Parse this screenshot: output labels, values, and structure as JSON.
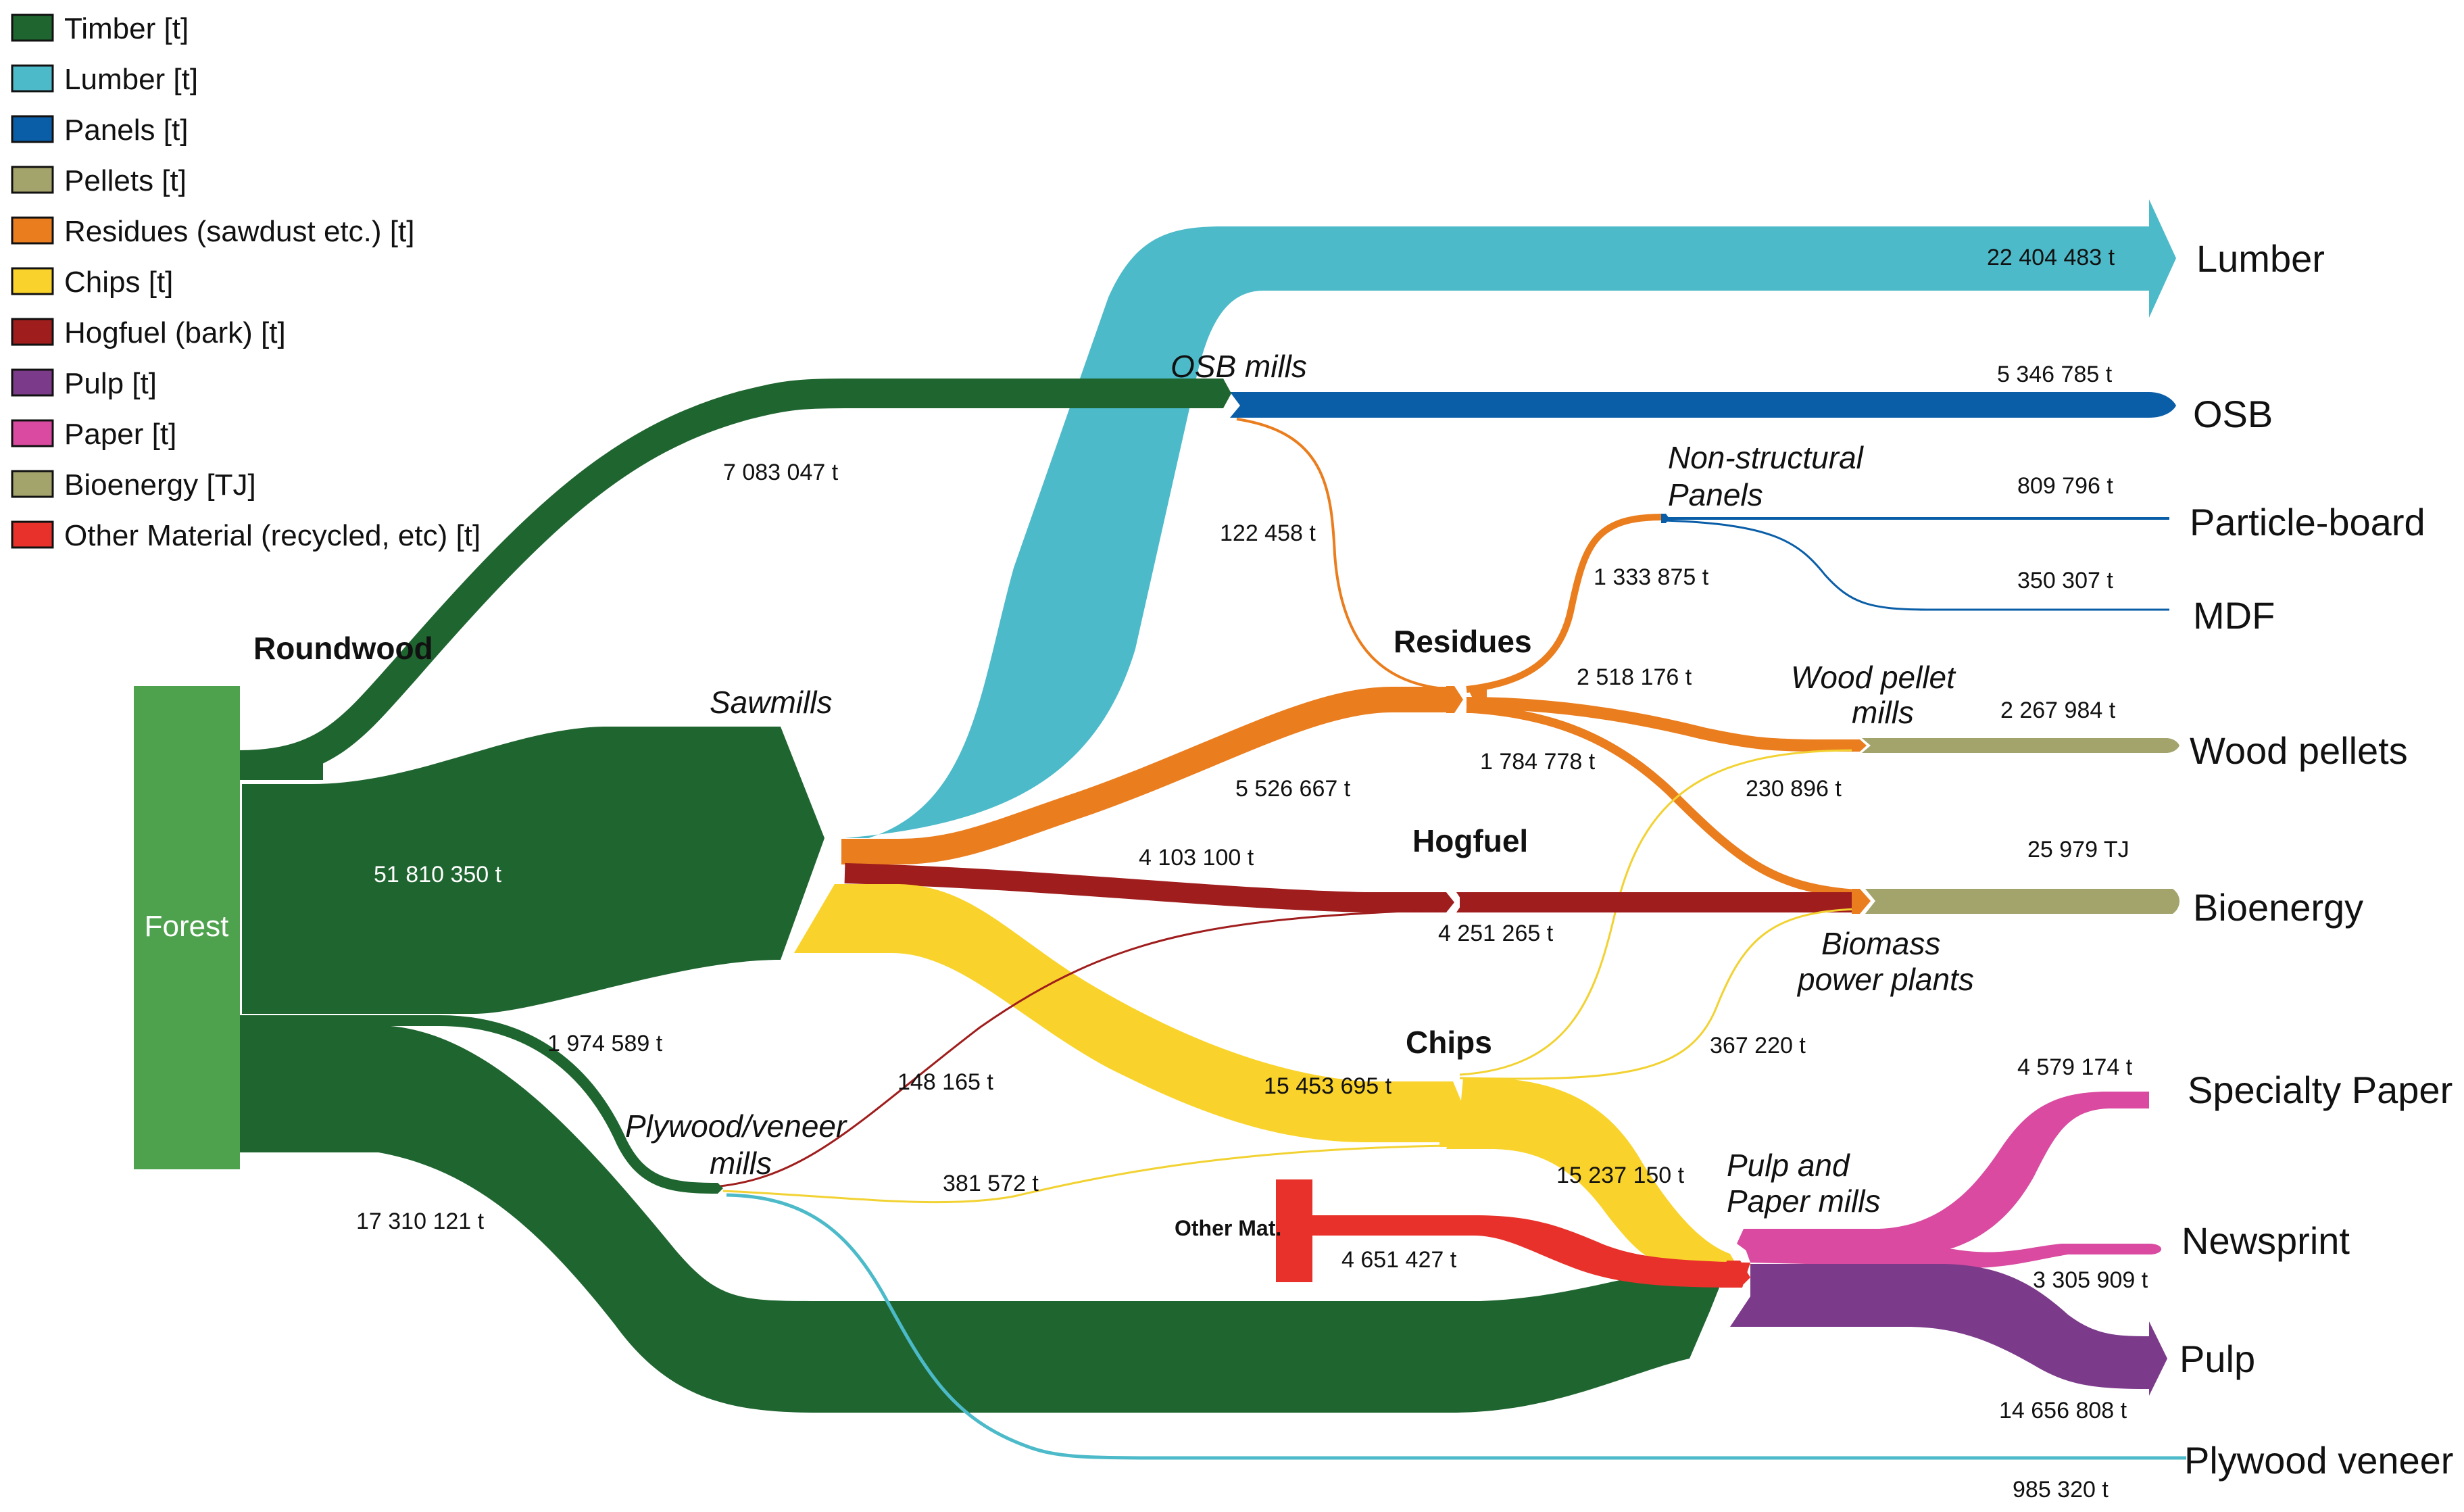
{
  "legend": [
    {
      "label": "Timber [t]",
      "color": "#1f6530"
    },
    {
      "label": "Lumber [t]",
      "color": "#4cbac9"
    },
    {
      "label": "Panels [t]",
      "color": "#0a5ea8"
    },
    {
      "label": "Pellets [t]",
      "color": "#a3a36c"
    },
    {
      "label": "Residues (sawdust etc.) [t]",
      "color": "#ea7d1e"
    },
    {
      "label": "Chips [t]",
      "color": "#f9d32b"
    },
    {
      "label": "Hogfuel (bark) [t]",
      "color": "#a01d1d"
    },
    {
      "label": "Pulp [t]",
      "color": "#7c3a8a"
    },
    {
      "label": "Paper [t]",
      "color": "#d94aa0"
    },
    {
      "label": "Bioenergy [TJ]",
      "color": "#a3a36c"
    },
    {
      "label": "Other Material (recycled, etc) [t]",
      "color": "#e8312a"
    }
  ],
  "nodes": {
    "forest": "Forest",
    "roundwood": "Roundwood",
    "sawmills": "Sawmills",
    "osb_mills": "OSB mills",
    "residues": "Residues",
    "hogfuel": "Hogfuel",
    "chips": "Chips",
    "plywood_mills_1": "Plywood/veneer",
    "plywood_mills_2": "mills",
    "nonstructural_1": "Non-structural",
    "nonstructural_2": "Panels",
    "wood_pellet_mills_1": "Wood pellet",
    "wood_pellet_mills_2": "mills",
    "biomass_1": "Biomass",
    "biomass_2": "power plants",
    "pulp_mills_1": "Pulp and",
    "pulp_mills_2": "Paper mills",
    "other_mat": "Other Mat."
  },
  "products": {
    "lumber": "Lumber",
    "osb": "OSB",
    "particleboard": "Particle-board",
    "mdf": "MDF",
    "wood_pellets": "Wood pellets",
    "bioenergy": "Bioenergy",
    "specialty_paper": "Specialty Paper",
    "newsprint": "Newsprint",
    "pulp": "Pulp",
    "plywood_veneer": "Plywood veneer"
  },
  "chart_data": {
    "type": "sankey",
    "flows": [
      {
        "source": "Forest",
        "target": "OSB mills",
        "value": "7 083 047 t",
        "category": "Timber [t]"
      },
      {
        "source": "Forest",
        "target": "Sawmills",
        "value": "51 810 350 t",
        "category": "Timber [t]"
      },
      {
        "source": "Forest",
        "target": "Plywood/veneer mills",
        "value": "1 974 589 t",
        "category": "Timber [t]"
      },
      {
        "source": "Forest",
        "target": "Pulp and Paper mills",
        "value": "17 310 121 t",
        "category": "Timber [t]"
      },
      {
        "source": "Sawmills",
        "target": "Lumber",
        "value": "22 404 483 t",
        "category": "Lumber [t]"
      },
      {
        "source": "OSB mills",
        "target": "OSB",
        "value": "5 346 785 t",
        "category": "Panels [t]"
      },
      {
        "source": "OSB mills",
        "target": "Residues",
        "value": "122 458 t",
        "category": "Residues (sawdust etc.) [t]"
      },
      {
        "source": "Sawmills",
        "target": "Residues",
        "value": "5 526 667 t",
        "category": "Residues (sawdust etc.) [t]"
      },
      {
        "source": "Sawmills",
        "target": "Hogfuel",
        "value": "4 103 100 t",
        "category": "Hogfuel (bark) [t]"
      },
      {
        "source": "Sawmills",
        "target": "Chips",
        "value": "15 453 695 t",
        "category": "Chips [t]"
      },
      {
        "source": "Residues",
        "target": "Non-structural Panels",
        "value": "1 333 875 t",
        "category": "Residues (sawdust etc.) [t]"
      },
      {
        "source": "Non-structural Panels",
        "target": "Particle-board",
        "value": "809 796 t",
        "category": "Panels [t]"
      },
      {
        "source": "Non-structural Panels",
        "target": "MDF",
        "value": "350 307 t",
        "category": "Panels [t]"
      },
      {
        "source": "Residues",
        "target": "Wood pellet mills",
        "value": "2 518 176 t",
        "category": "Residues (sawdust etc.) [t]"
      },
      {
        "source": "Residues",
        "target": "Biomass power plants",
        "value": "1 784 778 t",
        "category": "Residues (sawdust etc.) [t]"
      },
      {
        "source": "Wood pellet mills",
        "target": "Wood pellets",
        "value": "2 267 984 t",
        "category": "Pellets [t]"
      },
      {
        "source": "Chips",
        "target": "Wood pellet mills",
        "value": "230 896 t",
        "category": "Chips [t]"
      },
      {
        "source": "Hogfuel",
        "target": "Biomass power plants",
        "value": "4 251 265 t",
        "category": "Hogfuel (bark) [t]"
      },
      {
        "source": "Biomass power plants",
        "target": "Bioenergy",
        "value": "25 979 TJ",
        "category": "Bioenergy [TJ]"
      },
      {
        "source": "Chips",
        "target": "Biomass power plants",
        "value": "367 220 t",
        "category": "Chips [t]"
      },
      {
        "source": "Plywood/veneer mills",
        "target": "Hogfuel",
        "value": "148 165 t",
        "category": "Hogfuel (bark) [t]"
      },
      {
        "source": "Plywood/veneer mills",
        "target": "Chips",
        "value": "381 572 t",
        "category": "Chips [t]"
      },
      {
        "source": "Chips",
        "target": "Pulp and Paper mills",
        "value": "15 237 150 t",
        "category": "Chips [t]"
      },
      {
        "source": "Other Mat.",
        "target": "Pulp and Paper mills",
        "value": "4 651 427 t",
        "category": "Other Material (recycled, etc) [t]"
      },
      {
        "source": "Pulp and Paper mills",
        "target": "Specialty Paper",
        "value": "4 579 174 t",
        "category": "Paper [t]"
      },
      {
        "source": "Pulp and Paper mills",
        "target": "Newsprint",
        "value": "3 305 909 t",
        "category": "Paper [t]"
      },
      {
        "source": "Pulp and Paper mills",
        "target": "Pulp",
        "value": "14 656 808 t",
        "category": "Pulp [t]"
      },
      {
        "source": "Plywood/veneer mills",
        "target": "Plywood veneer",
        "value": "985 320 t",
        "category": "Lumber [t]"
      }
    ]
  }
}
